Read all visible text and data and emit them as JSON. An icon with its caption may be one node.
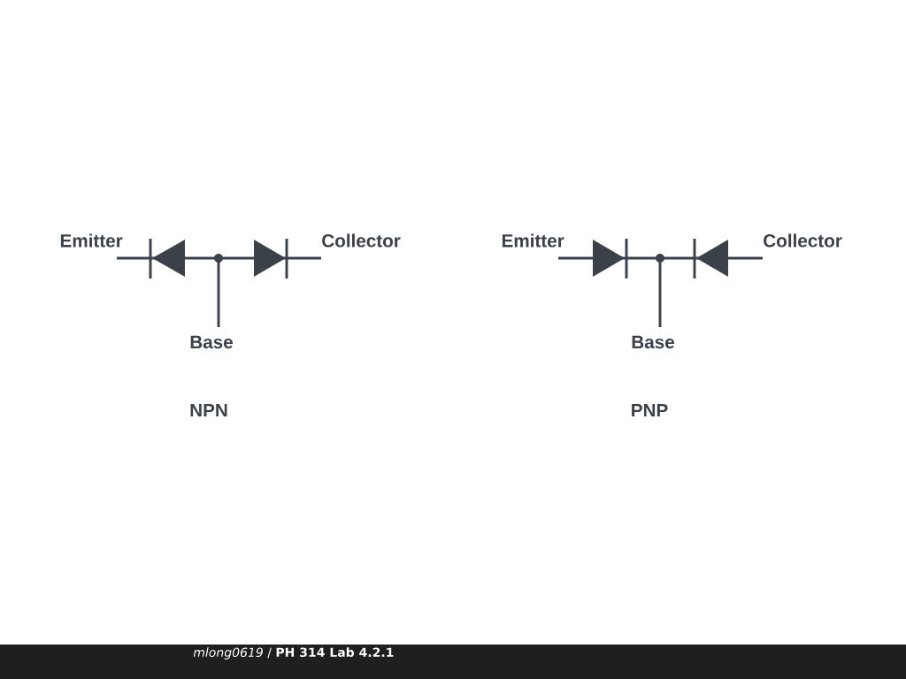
{
  "diagram": {
    "labels": [
      "Emitter",
      "Collector",
      "Base",
      "NPN",
      "Emitter",
      "Collector",
      "Base",
      "PNP",
      "*mlong0619* / **PH 314 Lab 4.2.1**"
    ]
  }
}
